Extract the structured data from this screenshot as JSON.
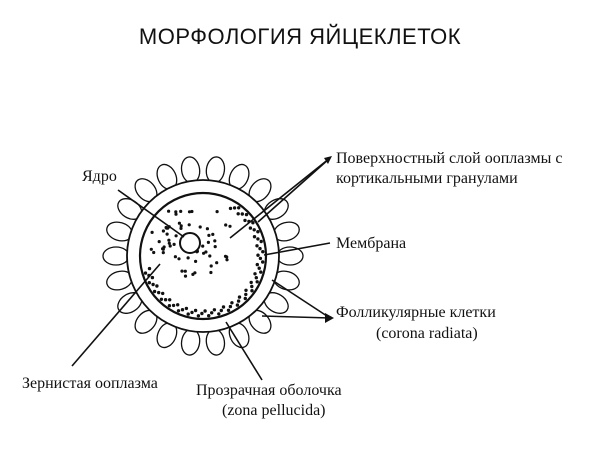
{
  "title": "МОРФОЛОГИЯ ЯЙЦЕКЛЕТОК",
  "labels": {
    "nucleus": "Ядро",
    "cortical_line1": "Поверхностный  слой ооплазмы с",
    "cortical_line2": "кортикальными гранулами",
    "membrane": "Мембрана",
    "follicle_line1": "Фолликулярные клетки",
    "follicle_line2": "(corona radiata)",
    "ooplasm": "Зернистая ооплазма",
    "zona_line1": "Прозрачная оболочка",
    "zona_line2": "(zona pellucida)"
  }
}
